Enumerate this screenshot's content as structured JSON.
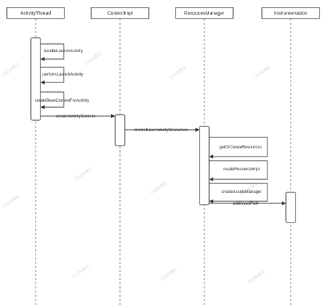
{
  "participants": [
    {
      "id": "activity-thread",
      "label": "ActivityThread"
    },
    {
      "id": "context-impl",
      "label": "ContextImpl"
    },
    {
      "id": "resources-manager",
      "label": "ResoucesManager"
    },
    {
      "id": "instrumentation",
      "label": "Instrumentation"
    }
  ],
  "messages": [
    {
      "id": "handle-launch-activity",
      "label": "handleLaunchActivity",
      "from": "activity-thread",
      "to": "activity-thread",
      "type": "self"
    },
    {
      "id": "perform-launch-activity",
      "label": "performLaunchActivity",
      "from": "activity-thread",
      "to": "activity-thread",
      "type": "self"
    },
    {
      "id": "create-base-context-for-activity",
      "label": "createBaseContextForActivity",
      "from": "activity-thread",
      "to": "activity-thread",
      "type": "self"
    },
    {
      "id": "create-activity-context",
      "label": "createActivityContext",
      "from": "activity-thread",
      "to": "context-impl",
      "type": "call"
    },
    {
      "id": "create-base-activity-resources",
      "label": "createBaseActivityResources",
      "from": "context-impl",
      "to": "resources-manager",
      "type": "call"
    },
    {
      "id": "get-or-create-resources",
      "label": "getOrCreateResources",
      "from": "resources-manager",
      "to": "resources-manager",
      "type": "self"
    },
    {
      "id": "create-resource-impl",
      "label": "createResourceImpl",
      "from": "resources-manager",
      "to": "resources-manager",
      "type": "self"
    },
    {
      "id": "create-assets-manager",
      "label": "createAssetsManager",
      "from": "resources-manager",
      "to": "resources-manager",
      "type": "self"
    },
    {
      "id": "add-asset-path",
      "label": "addAssetPath",
      "from": "resources-manager",
      "to": "instrumentation",
      "type": "call"
    }
  ],
  "watermark": "CSDN博主"
}
